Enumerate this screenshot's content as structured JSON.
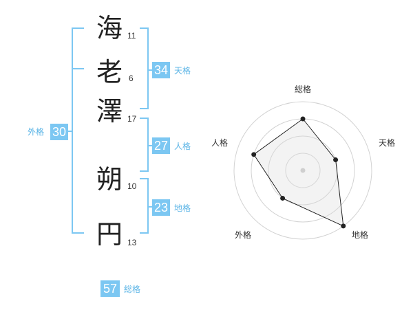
{
  "name": {
    "chars": [
      {
        "char": "海",
        "strokes": "11"
      },
      {
        "char": "老",
        "strokes": "6"
      },
      {
        "char": "澤",
        "strokes": "17"
      },
      {
        "char": "朔",
        "strokes": "10"
      },
      {
        "char": "円",
        "strokes": "13"
      }
    ]
  },
  "fortunes": {
    "tenkaku": {
      "value": "34",
      "label": "天格"
    },
    "jinkaku": {
      "value": "27",
      "label": "人格"
    },
    "chikaku": {
      "value": "23",
      "label": "地格"
    },
    "gaikaku": {
      "value": "30",
      "label": "外格"
    },
    "soukaku": {
      "value": "57",
      "label": "総格"
    }
  },
  "colors": {
    "accent": "#7cc7f2",
    "label": "#5ab4e6",
    "text": "#222222"
  },
  "chart_data": {
    "type": "radar",
    "axes": [
      "総格",
      "天格",
      "地格",
      "外格",
      "人格"
    ],
    "values": [
      3,
      2,
      4,
      2,
      3
    ],
    "max": 4
  }
}
